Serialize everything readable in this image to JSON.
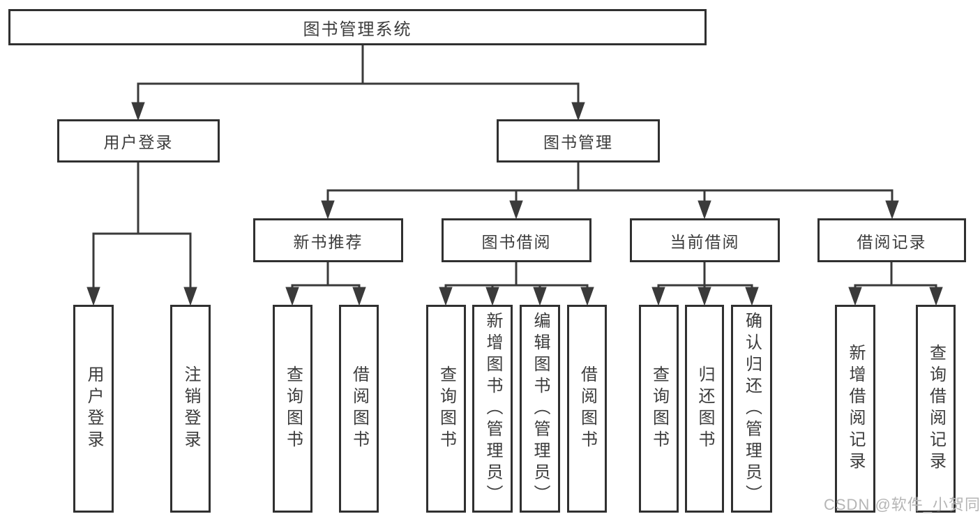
{
  "nodes": {
    "root": "图书管理系统",
    "l2": [
      "用户登录",
      "图书管理"
    ],
    "l3": [
      "新书推荐",
      "图书借阅",
      "当前借阅",
      "借阅记录"
    ],
    "leaves": {
      "user": [
        "用户登录",
        "注销登录"
      ],
      "recommend": [
        "查询图书",
        "借阅图书"
      ],
      "borrow": [
        "查询图书",
        "新增图书（管理员）",
        "编辑图书（管理员）",
        "借阅图书"
      ],
      "current": [
        "查询图书",
        "归还图书",
        "确认归还（管理员）"
      ],
      "records": [
        "新增借阅记录",
        "查询借阅记录"
      ]
    }
  },
  "watermark": "CSDN @软件_小贺同学",
  "colors": {
    "line": "#3a3a3a",
    "border": "#303030",
    "text": "#3c3c3c",
    "watermark": "#b5b5b5",
    "background": "#ffffff"
  }
}
